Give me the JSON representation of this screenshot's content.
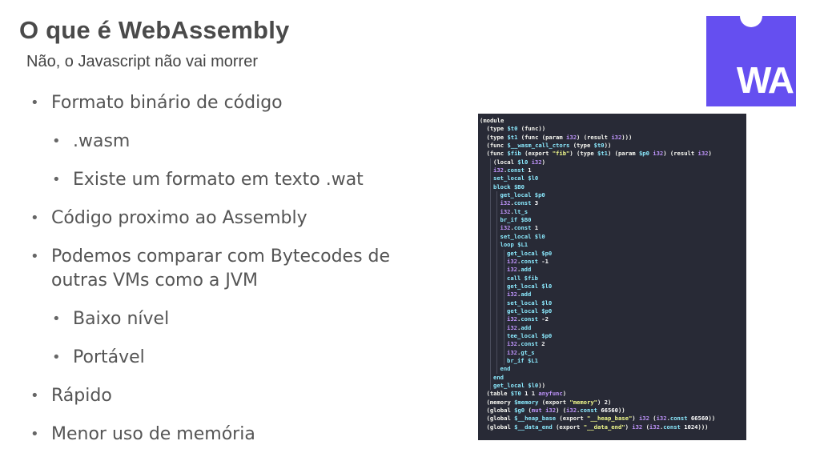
{
  "slide": {
    "title": "O que é WebAssembly",
    "subtitle": "Não, o Javascript não vai morrer",
    "bullets": [
      {
        "level": 1,
        "text": "Formato binário de código"
      },
      {
        "level": 2,
        "text": ".wasm"
      },
      {
        "level": 2,
        "text": "Existe um formato em texto .wat"
      },
      {
        "level": 1,
        "text": "Código proximo ao Assembly"
      },
      {
        "level": 1,
        "text": "Podemos comparar com Bytecodes de outras VMs como a JVM"
      },
      {
        "level": 2,
        "text": "Baixo nível"
      },
      {
        "level": 2,
        "text": "Portável"
      },
      {
        "level": 1,
        "text": "Rápido"
      },
      {
        "level": 1,
        "text": "Menor uso de memória"
      }
    ],
    "bullet_glyph": "•"
  },
  "logo": {
    "text": "WA",
    "color": "#654ff0",
    "icon": "webassembly-logo-icon"
  },
  "code": {
    "background": "#282a36",
    "lines": [
      {
        "indent": 0,
        "text": "(module"
      },
      {
        "indent": 1,
        "text": "(type $t0 (func))"
      },
      {
        "indent": 1,
        "text": "(type $t1 (func (param i32) (result i32)))"
      },
      {
        "indent": 1,
        "text": "(func $__wasm_call_ctors (type $t0))"
      },
      {
        "indent": 1,
        "text": "(func $fib (export \"fib\") (type $t1) (param $p0 i32) (result i32)"
      },
      {
        "indent": 2,
        "text": "(local $l0 i32)"
      },
      {
        "indent": 2,
        "text": "i32.const 1"
      },
      {
        "indent": 2,
        "text": "set_local $l0"
      },
      {
        "indent": 2,
        "text": "block $B0"
      },
      {
        "indent": 3,
        "text": "get_local $p0"
      },
      {
        "indent": 3,
        "text": "i32.const 3"
      },
      {
        "indent": 3,
        "text": "i32.lt_s"
      },
      {
        "indent": 3,
        "text": "br_if $B0"
      },
      {
        "indent": 3,
        "text": "i32.const 1"
      },
      {
        "indent": 3,
        "text": "set_local $l0"
      },
      {
        "indent": 3,
        "text": "loop $L1"
      },
      {
        "indent": 4,
        "text": "get_local $p0"
      },
      {
        "indent": 4,
        "text": "i32.const -1"
      },
      {
        "indent": 4,
        "text": "i32.add"
      },
      {
        "indent": 4,
        "text": "call $fib"
      },
      {
        "indent": 4,
        "text": "get_local $l0"
      },
      {
        "indent": 4,
        "text": "i32.add"
      },
      {
        "indent": 4,
        "text": "set_local $l0"
      },
      {
        "indent": 4,
        "text": "get_local $p0"
      },
      {
        "indent": 4,
        "text": "i32.const -2"
      },
      {
        "indent": 4,
        "text": "i32.add"
      },
      {
        "indent": 4,
        "text": "tee_local $p0"
      },
      {
        "indent": 4,
        "text": "i32.const 2"
      },
      {
        "indent": 4,
        "text": "i32.gt_s"
      },
      {
        "indent": 4,
        "text": "br_if $L1"
      },
      {
        "indent": 3,
        "text": "end"
      },
      {
        "indent": 2,
        "text": "end"
      },
      {
        "indent": 2,
        "text": "get_local $l0))"
      },
      {
        "indent": 1,
        "text": "(table $T0 1 1 anyfunc)"
      },
      {
        "indent": 1,
        "text": "(memory $memory (export \"memory\") 2)"
      },
      {
        "indent": 1,
        "text": "(global $g0 (mut i32) (i32.const 66560))"
      },
      {
        "indent": 1,
        "text": "(global $__heap_base (export \"__heap_base\") i32 (i32.const 66560))"
      },
      {
        "indent": 1,
        "text": "(global $__data_end (export \"__data_end\") i32 (i32.const 1024)))"
      }
    ],
    "syntax_colors": {
      "keyword": "#f8f8f2",
      "string": "#f1fa8c",
      "variable": "#8be9fd",
      "number": "#ffffff",
      "type": "#bd93f9",
      "instruction": "#8be9fd",
      "paren": "#f8f8f2"
    }
  }
}
